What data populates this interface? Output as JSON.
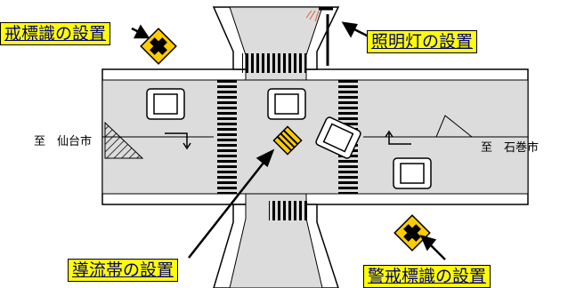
{
  "labels": {
    "warning_sign_top": "戒標識の設置",
    "lighting": "照明灯の設置",
    "channelization": "導流帯の設置",
    "warning_sign_bottom": "警戒標識の設置",
    "to_sendai": "至　仙台市",
    "to_ishinomaki": "至　石巻市"
  },
  "colors": {
    "callout_bg": "#ffff00",
    "callout_text": "#000080",
    "sign_fill": "#ffcc00",
    "road_fill": "#dcdcdc"
  },
  "icons": [
    "warning-sign-icon",
    "street-light-icon",
    "channelization-mark-icon",
    "car-icon",
    "arrow-icon"
  ]
}
